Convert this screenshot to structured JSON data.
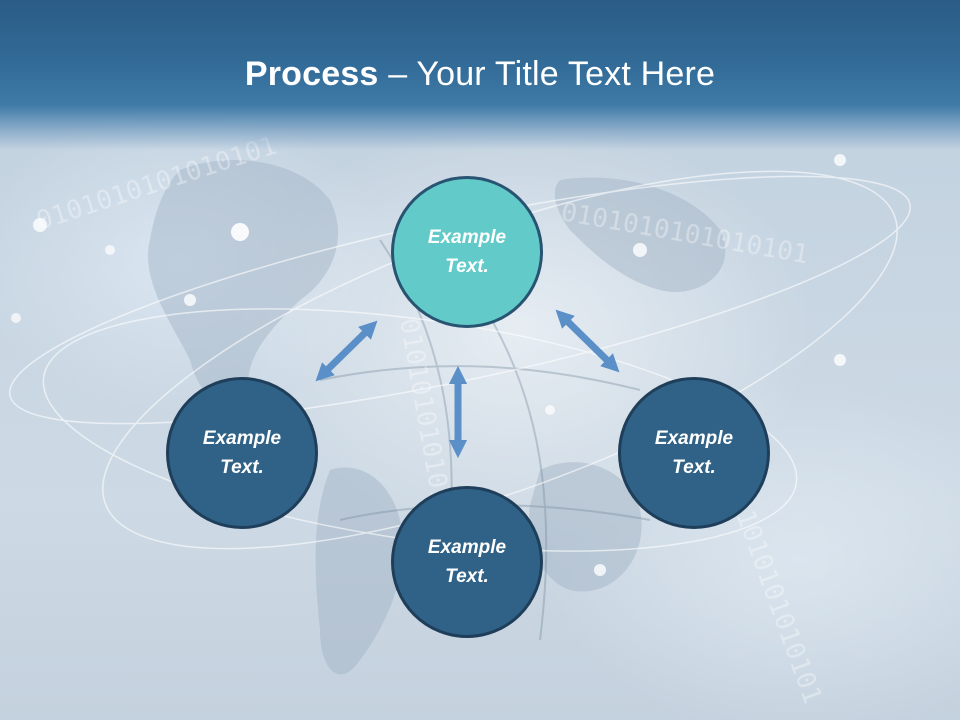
{
  "title": {
    "bold": "Process",
    "rest": " – Your Title Text Here"
  },
  "diagram": {
    "nodes": [
      {
        "id": "top",
        "label": "Example\nText.",
        "color": "#62cbc9"
      },
      {
        "id": "left",
        "label": "Example\nText.",
        "color": "#306287"
      },
      {
        "id": "right",
        "label": "Example\nText.",
        "color": "#306287"
      },
      {
        "id": "bottom",
        "label": "Example\nText.",
        "color": "#306287"
      }
    ],
    "arrow_color": "#5b8fc8"
  },
  "background": {
    "binary_text": "0101010101010101"
  }
}
